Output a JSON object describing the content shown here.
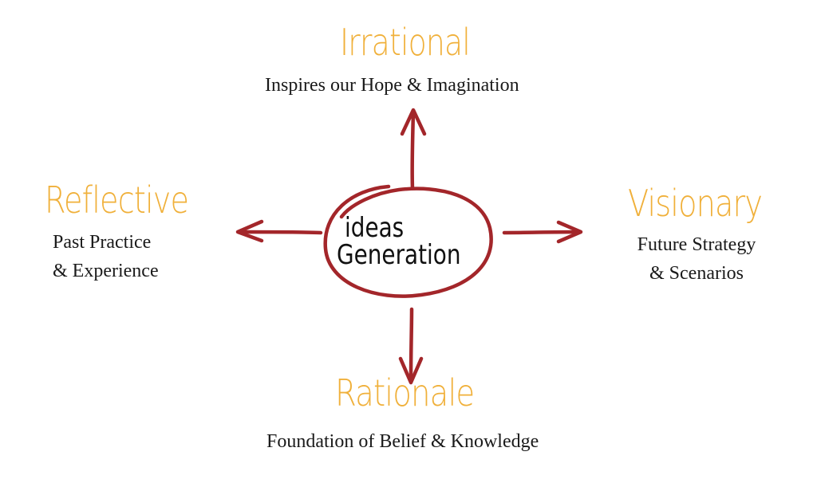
{
  "center": {
    "line1": "ideas",
    "line2": "Generation"
  },
  "nodes": {
    "top": {
      "heading": "Irrational",
      "description": "Inspires our Hope & Imagination"
    },
    "left": {
      "heading": "Reflective",
      "description_line1": "Past Practice",
      "description_line2": "& Experience"
    },
    "right": {
      "heading": "Visionary",
      "description_line1": "Future Strategy",
      "description_line2": "& Scenarios"
    },
    "bottom": {
      "heading": "Rationale",
      "description": "Foundation of Belief & Knowledge"
    }
  },
  "colors": {
    "heading": "#f0b03a",
    "arrow": "#a3262a",
    "text": "#1a1a1a"
  }
}
